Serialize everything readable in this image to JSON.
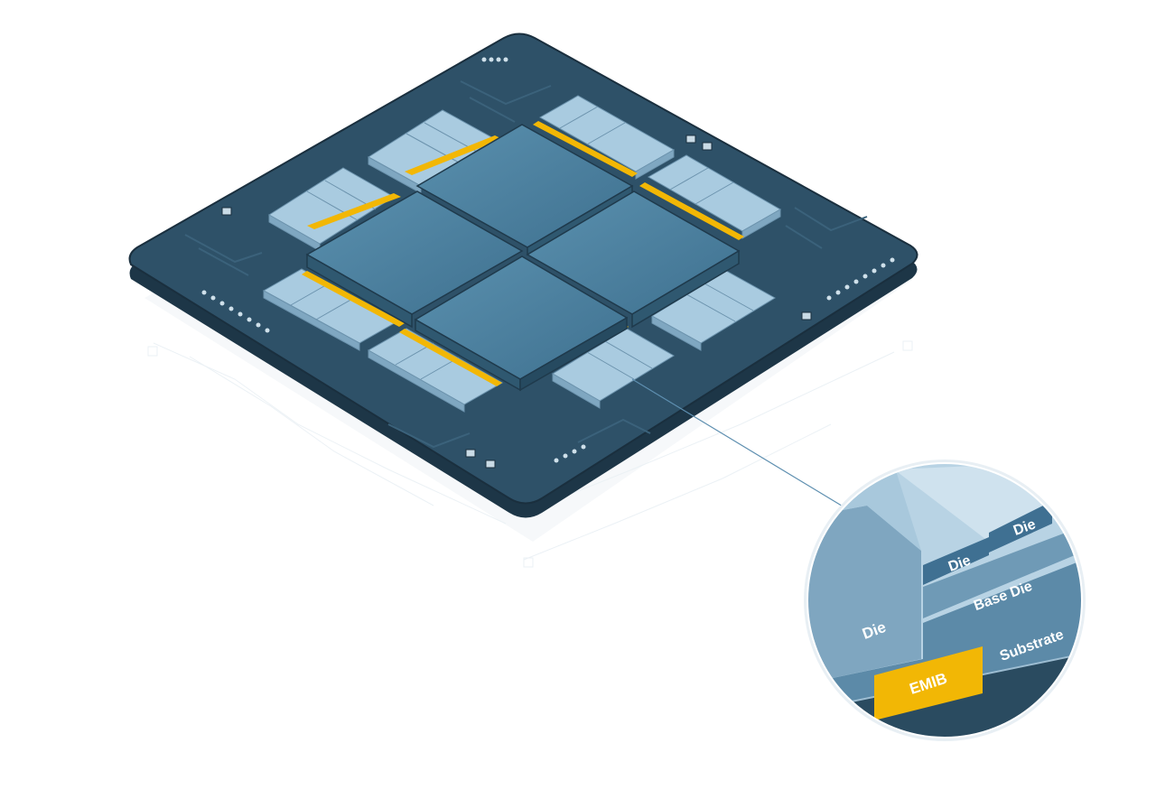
{
  "labels": {
    "die_large": "Die",
    "die_mid": "Die",
    "die_top": "Die",
    "base_die": "Base Die",
    "substrate": "Substrate",
    "emib": "EMIB"
  },
  "colors": {
    "substrate_top": "#2e5168",
    "substrate_edge": "#1d3647",
    "tile": "#4f84a1",
    "tile_side": "#3a6780",
    "chiplet": "#a9cbe0",
    "chiplet_side": "#7fa7c1",
    "emib": "#f2b705",
    "callout_line": "#5e8fb0"
  }
}
